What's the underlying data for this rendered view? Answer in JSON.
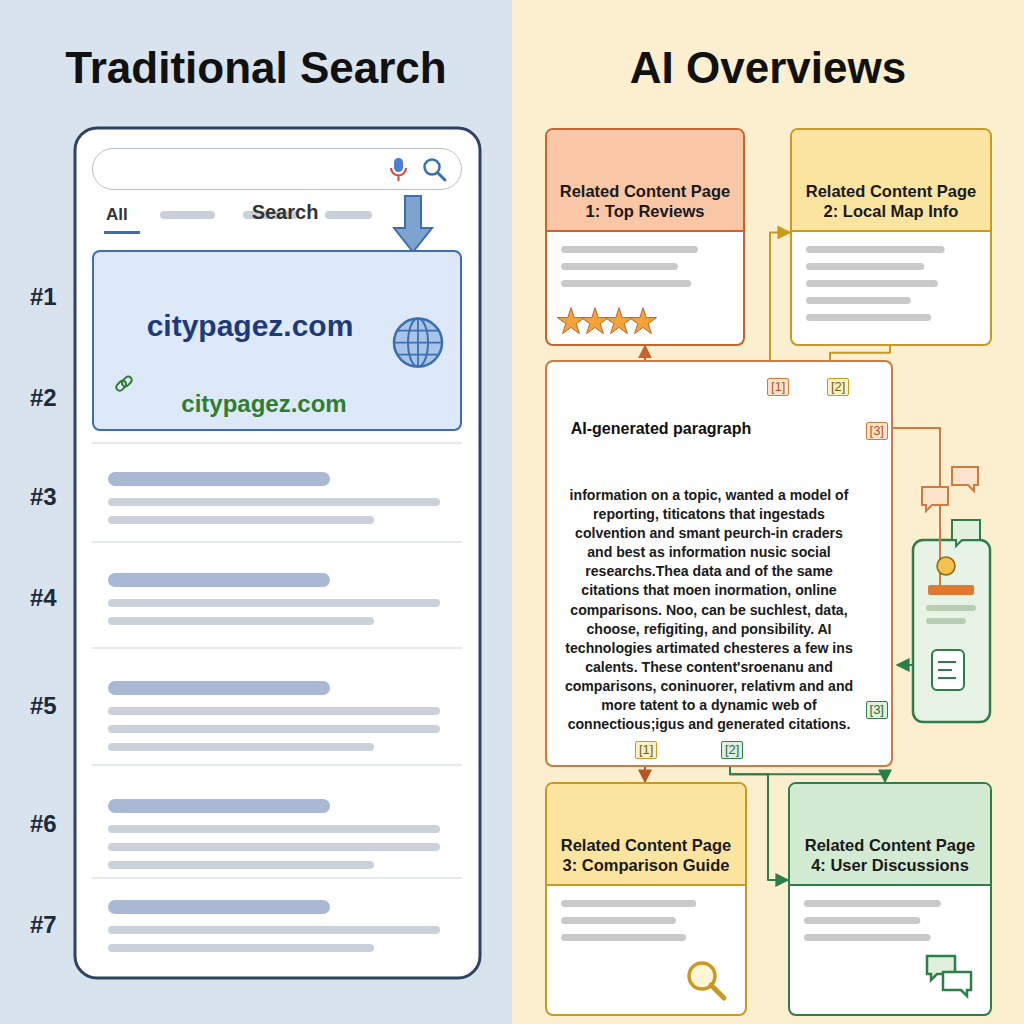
{
  "diagram": {
    "nodes": [
      {
        "text": [
          "Traditional Search"
        ]
      },
      {
        "text": [
          "Search"
        ],
        "in": 0
      },
      {
        "text": [
          "citypagez.com",
          "citypagez.com"
        ],
        "in": 0
      },
      {
        "text": [
          "AI Overviews"
        ]
      },
      {
        "text": [
          "Related Content Page 1: Top Reviews"
        ],
        "in": 3
      },
      {
        "text": [
          "Related Content Page 2: Local Map Info"
        ],
        "in": 3
      },
      {
        "text": [
          "AI-generated paragraph",
          "information on a topic, wanted a model of reporting, titicatons that ingestads colvention and smant peurch-in craders and best as information nusic social researchs.Thea data and of the same citations that moen inormation, online comparisons. Noo, can be suchlest, data, choose, refigiting, and ponsibility. AI technologies artimated chesteres a few ins calents. These content'sroenanu and comparisons, coninuorer, relativm and and more tatent to a dynamic web of connectious;igus and generated citations."
        ],
        "in": 3
      },
      {
        "text": [
          "Related Content Page 3: Comparison Guide"
        ],
        "in": 3
      },
      {
        "text": [
          "Related Content Page 4: User Discussions"
        ],
        "in": 3
      }
    ],
    "edges": [
      {
        "from": 6,
        "to": 4,
        "arrow": "to"
      },
      {
        "from": 6,
        "to": 5,
        "arrow": "to"
      },
      {
        "from": 6,
        "to": 5,
        "arrow": "none"
      },
      {
        "from": 6,
        "to": 7,
        "arrow": "to"
      },
      {
        "from": 6,
        "to": 8,
        "arrow": "to"
      },
      {
        "from": 6,
        "to": 8,
        "arrow": "to"
      }
    ],
    "labels": [
      "All",
      "#1",
      "#2",
      "#3",
      "#4",
      "#5",
      "#6",
      "#7",
      "[1]",
      "[2]",
      "[3]",
      "[3]",
      "[1]",
      "[2]"
    ]
  }
}
